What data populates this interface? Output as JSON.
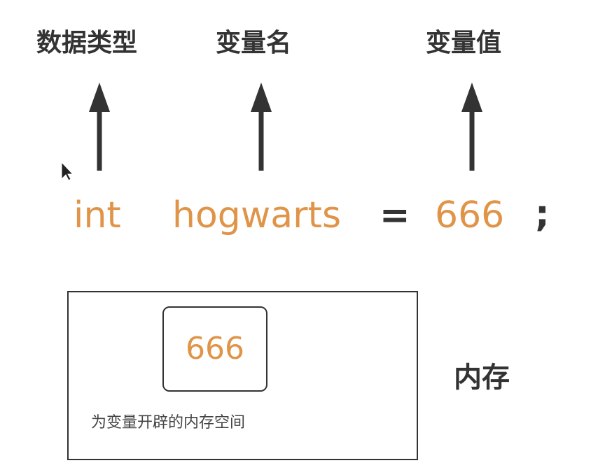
{
  "labels": {
    "data_type": "数据类型",
    "var_name": "变量名",
    "var_value": "变量值"
  },
  "statement": {
    "type_keyword": "int",
    "identifier": "hogwarts",
    "operator": "=",
    "literal": "666",
    "terminator": ";"
  },
  "memory": {
    "stored_value": "666",
    "caption": "为变量开辟的内存空间",
    "label": "内存"
  },
  "colors": {
    "accent": "#E09448",
    "ink": "#333333"
  },
  "icons": {
    "arrow": "arrow-up-icon",
    "cursor": "mouse-cursor-icon"
  }
}
